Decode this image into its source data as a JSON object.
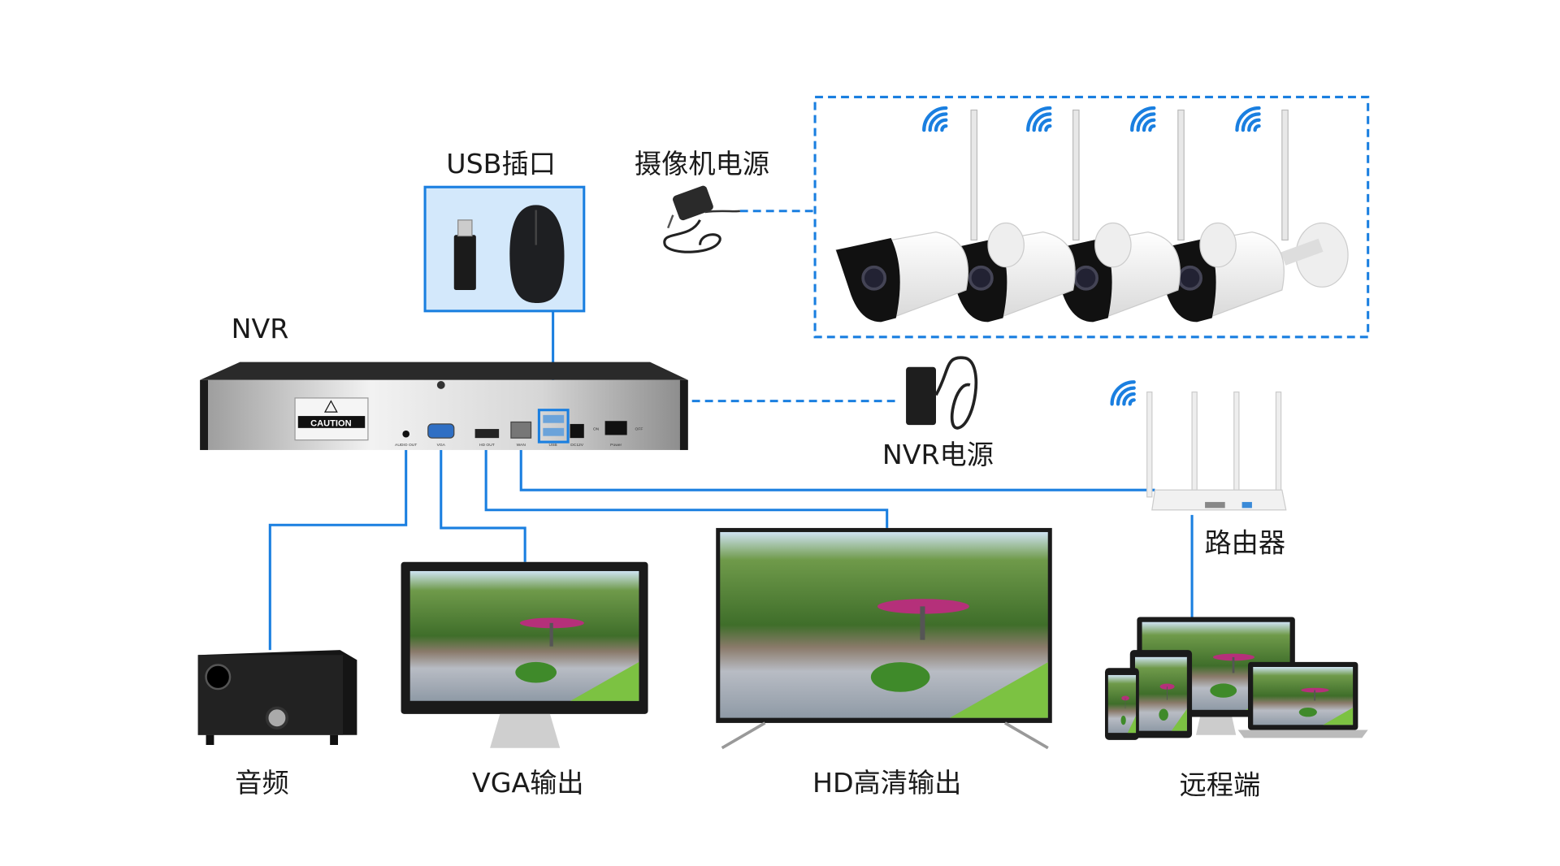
{
  "labels": {
    "usb_port": "USB插口",
    "camera_power": "摄像机电源",
    "nvr": "NVR",
    "nvr_power": "NVR电源",
    "router": "路由器",
    "audio": "音频",
    "vga_output": "VGA输出",
    "hd_output": "HD高清输出",
    "remote": "远程端"
  },
  "nvr_panel": {
    "caution": "CAUTION",
    "ports": {
      "audio_out": "AUDIO OUT",
      "vga": "VGA",
      "hd_out": "HD OUT",
      "wan": "WAN",
      "usb": "USB",
      "dc12v": "DC12V",
      "on": "ON",
      "off": "OFF",
      "power": "Power"
    }
  },
  "colors": {
    "accent": "#1a7fe0",
    "usb_box_fill": "#d3e8fb"
  }
}
